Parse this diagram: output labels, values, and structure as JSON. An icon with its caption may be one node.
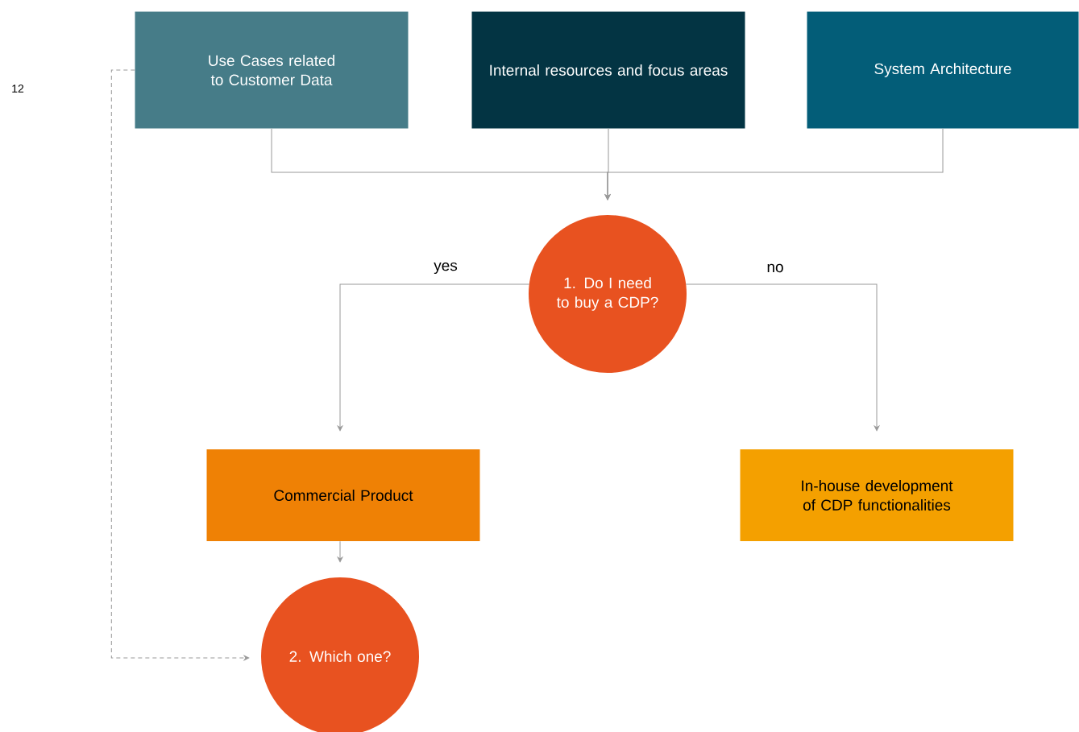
{
  "diagram": {
    "nodes": [
      {
        "text": [
          "Use Cases related to Customer Data"
        ]
      },
      {
        "text": [
          "Internal resources and focus areas"
        ]
      },
      {
        "text": [
          "System Architecture"
        ]
      },
      {
        "text": [
          "1. Do I need to buy a CDP?"
        ]
      },
      {
        "text": [
          "Commercial Product"
        ]
      },
      {
        "text": [
          "In-house development of CDP functionalities"
        ]
      },
      {
        "text": [
          "2. Which one?"
        ]
      }
    ],
    "edges": [
      {
        "from": 0,
        "to": 3,
        "arrow": "to"
      },
      {
        "from": 1,
        "to": 3,
        "arrow": "to"
      },
      {
        "from": 2,
        "to": 3,
        "arrow": "to"
      },
      {
        "from": 3,
        "to": 4,
        "arrow": "to",
        "label": "yes"
      },
      {
        "from": 3,
        "to": 5,
        "arrow": "to",
        "label": "no"
      },
      {
        "from": 4,
        "to": 6,
        "arrow": "to"
      },
      {
        "from": 0,
        "to": 6,
        "arrow": "to",
        "style": "dashed"
      }
    ],
    "labels": [
      "12"
    ]
  }
}
